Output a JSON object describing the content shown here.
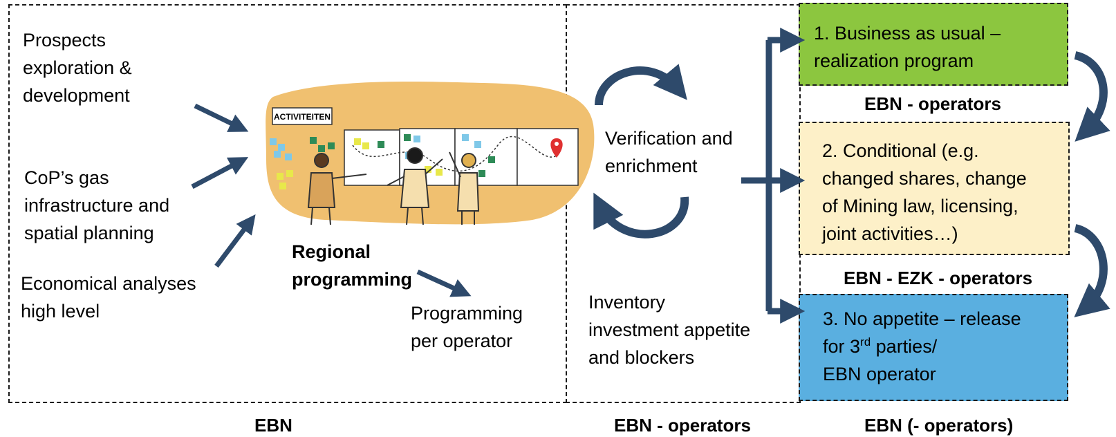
{
  "inputs": {
    "prospects": [
      "Prospects",
      "exploration &",
      "development"
    ],
    "cop": [
      "CoP’s gas",
      "infrastructure and",
      "spatial planning"
    ],
    "economical": [
      "Economical analyses",
      "high level"
    ]
  },
  "illustration": {
    "board_header": "ACTIVITEITEN"
  },
  "regional": [
    "Regional",
    "programming"
  ],
  "programming_per_operator": [
    "Programming",
    "per operator"
  ],
  "verification": [
    "Verification and",
    "enrichment"
  ],
  "inventory": [
    "Inventory",
    "investment appetite",
    "and blockers"
  ],
  "outcomes": {
    "box1": [
      "1. Business as usual –",
      "realization program"
    ],
    "label1": "EBN - operators",
    "box2": [
      "2. Conditional (e.g.",
      "changed shares, change",
      "of Mining law, licensing,",
      "joint activities…)"
    ],
    "label2": "EBN - EZK - operators",
    "box3_line1": "3. No appetite – release",
    "box3_line2_pre": "for 3",
    "box3_line2_sup": "rd",
    "box3_line2_post": " parties/",
    "box3_line3": "EBN operator"
  },
  "footer": {
    "left": "EBN",
    "middle": "EBN - operators",
    "right": "EBN (- operators)"
  },
  "colors": {
    "arrow": "#2e4a6b",
    "box1": "#8cc63f",
    "box2": "#fdf0c8",
    "box3": "#5aafe0",
    "blob": "#f0c070"
  }
}
